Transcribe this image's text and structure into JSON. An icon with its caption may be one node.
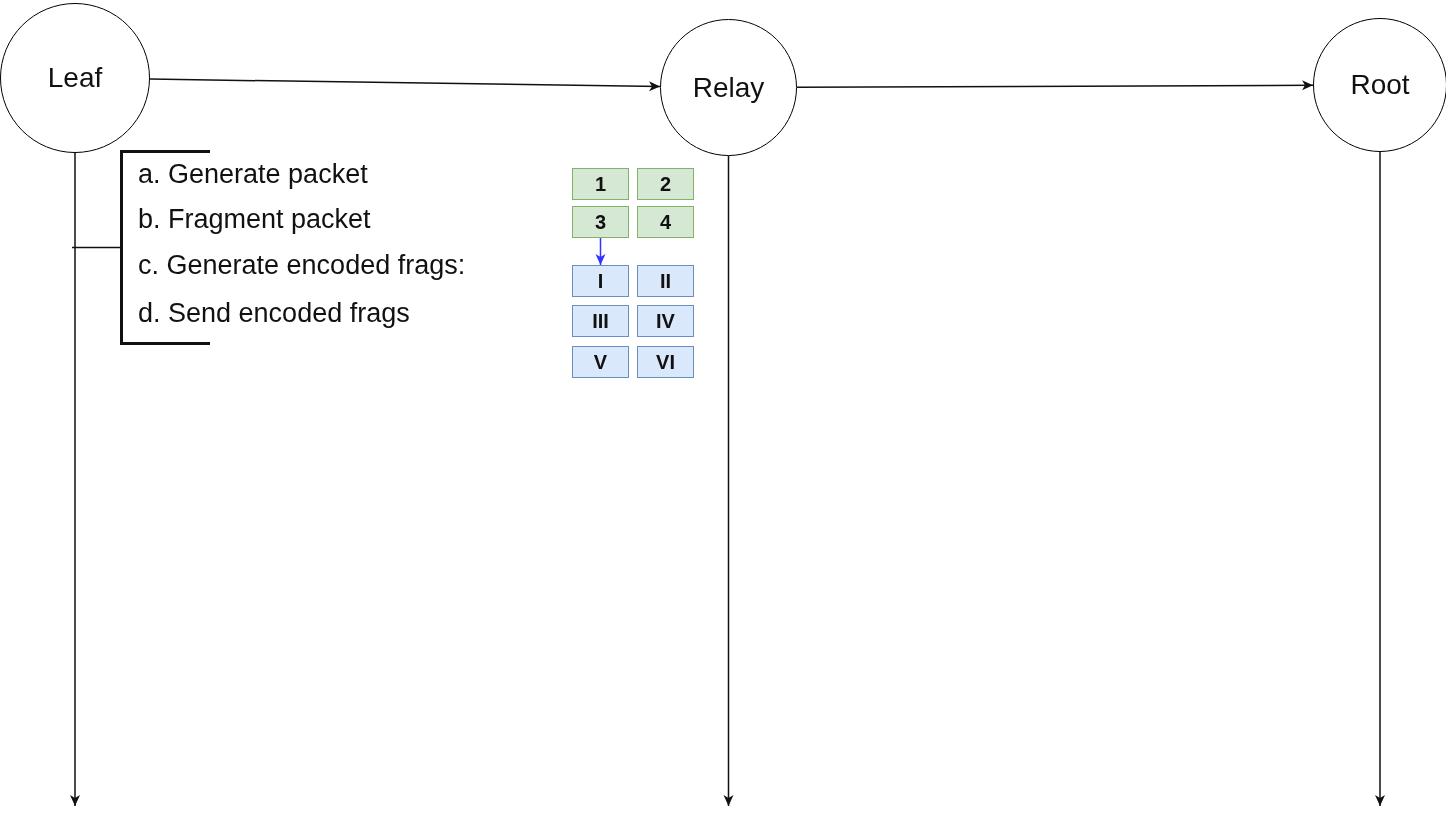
{
  "diagram": {
    "nodes": [
      {
        "text": [
          "Leaf"
        ]
      },
      {
        "text": [
          "Relay"
        ]
      },
      {
        "text": [
          "Root"
        ]
      },
      {
        "text": [
          "a. Generate packet",
          "b. Fragment packet",
          "c. Generate encoded frags:",
          "d. Send encoded frags"
        ]
      },
      {
        "text": [
          "1"
        ]
      },
      {
        "text": [
          "2"
        ]
      },
      {
        "text": [
          "3"
        ]
      },
      {
        "text": [
          "4"
        ]
      },
      {
        "text": [
          "I"
        ]
      },
      {
        "text": [
          "II"
        ]
      },
      {
        "text": [
          "III"
        ]
      },
      {
        "text": [
          "IV"
        ]
      },
      {
        "text": [
          "V"
        ]
      },
      {
        "text": [
          "VI"
        ]
      }
    ],
    "edges": [
      {
        "from": 0,
        "to": 1,
        "arrow": "to"
      },
      {
        "from": 1,
        "to": 2,
        "arrow": "to"
      },
      {
        "from": 0,
        "to": null,
        "arrow": "to"
      },
      {
        "from": 1,
        "to": null,
        "arrow": "to"
      },
      {
        "from": 2,
        "to": null,
        "arrow": "to"
      },
      {
        "from": null,
        "to": 3,
        "arrow": "none"
      },
      {
        "from": 6,
        "to": 8,
        "arrow": "to",
        "color": "#3333ff"
      }
    ]
  }
}
